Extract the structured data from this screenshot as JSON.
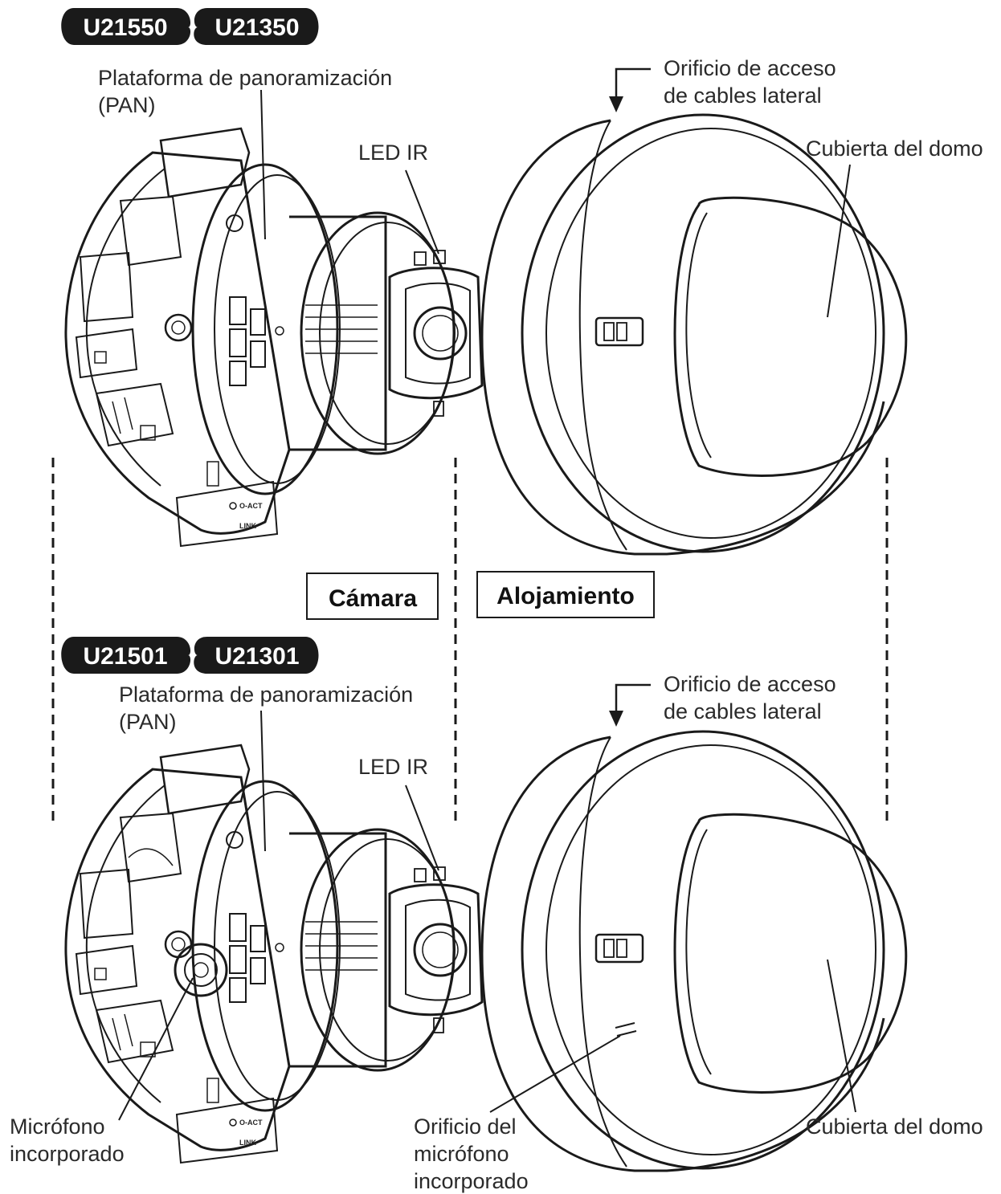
{
  "top_section": {
    "badges": [
      "U21550",
      "U21350"
    ],
    "pan_label_line1": "Plataforma de panoramización",
    "pan_label_line2": "(PAN)",
    "led_label": "LED IR",
    "cable_label_line1": "Orificio de acceso",
    "cable_label_line2": "de cables lateral",
    "dome_label": "Cubierta del domo",
    "port_label_act": "O-ACT",
    "port_label_link": "LINK"
  },
  "boxes": {
    "camera": "Cámara",
    "housing": "Alojamiento"
  },
  "bottom_section": {
    "badges": [
      "U21501",
      "U21301"
    ],
    "pan_label_line1": "Plataforma de panoramización",
    "pan_label_line2": "(PAN)",
    "led_label": "LED IR",
    "cable_label_line1": "Orificio de acceso",
    "cable_label_line2": "de cables lateral",
    "dome_label": "Cubierta del domo",
    "mic_label_line1": "Micrófono",
    "mic_label_line2": "incorporado",
    "mic_hole_line1": "Orificio del",
    "mic_hole_line2": "micrófono",
    "mic_hole_line3": "incorporado",
    "port_label_act": "O-ACT",
    "port_label_link": "LINK"
  },
  "colors": {
    "badge_fill": "#1a1a1a",
    "line": "#1a1a1a",
    "background": "#ffffff"
  }
}
